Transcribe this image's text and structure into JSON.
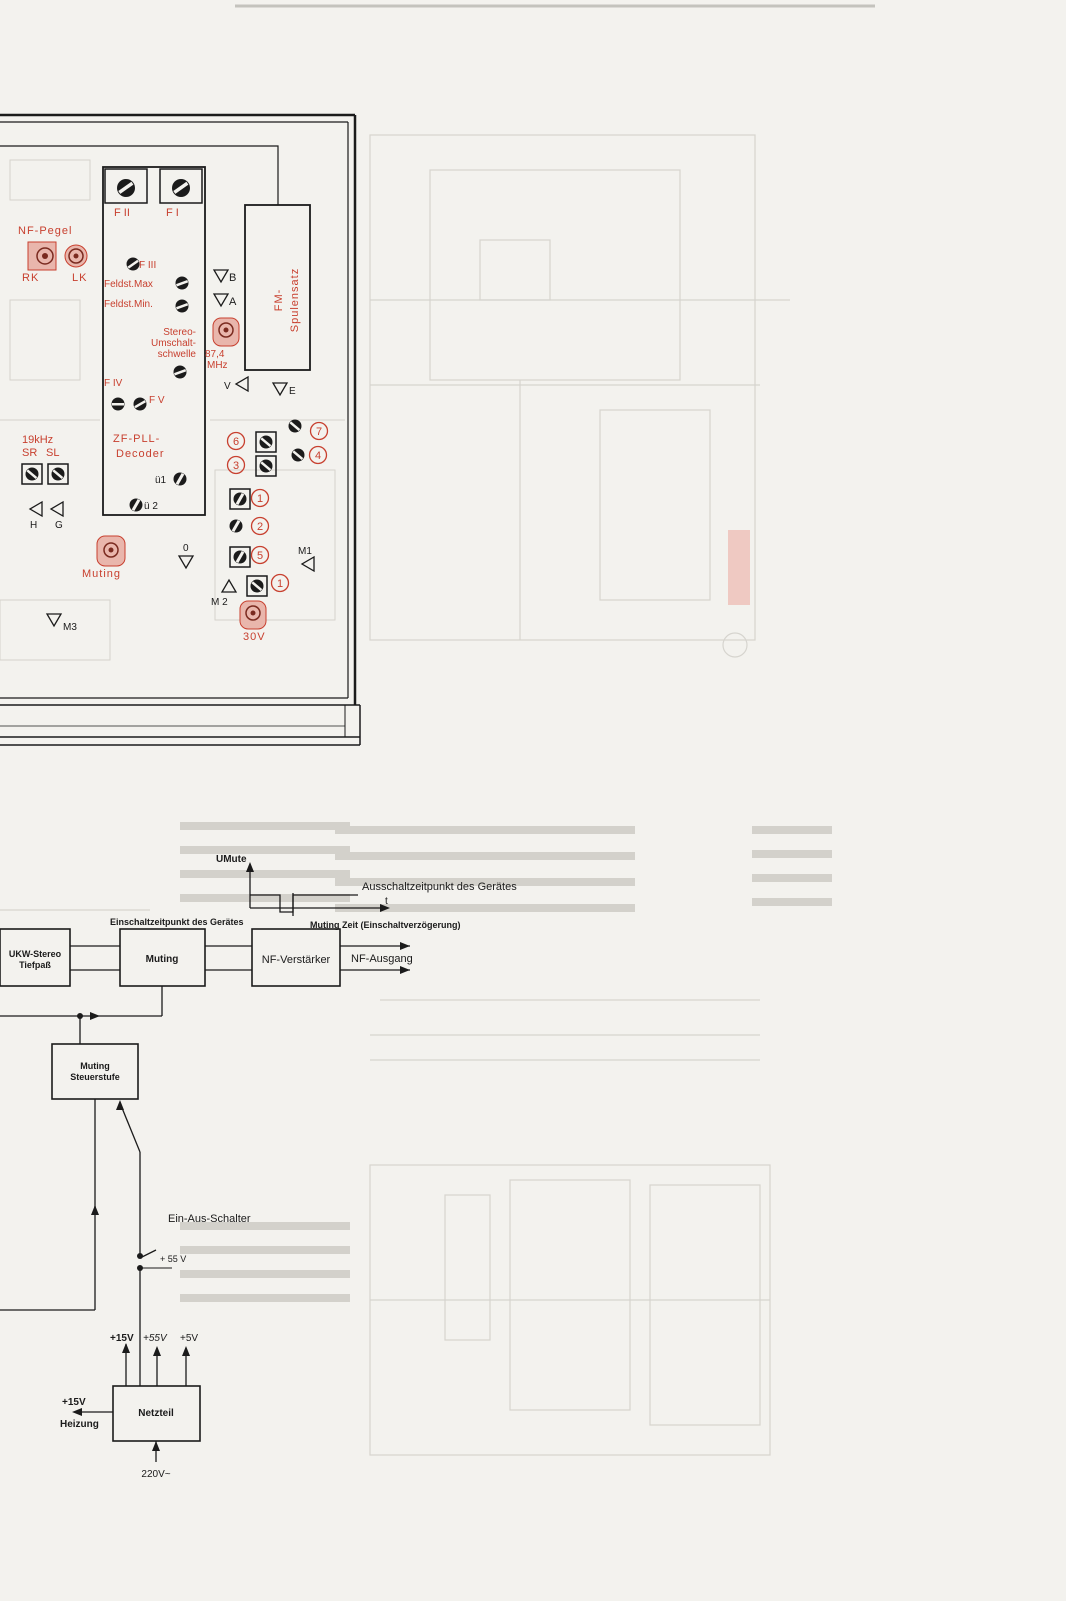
{
  "colors": {
    "paper": "#f3f2ee",
    "ink": "#1b1b1b",
    "accent_red": "#c8402f",
    "pad_fill": "#e9b6ac",
    "faint": "#c9c7c1"
  },
  "board": {
    "nf_pegel": "NF-Pegel",
    "rk": "RK",
    "lk": "LK",
    "f2": "F II",
    "f1": "F I",
    "f3": "F III",
    "feldst_max": "Feldst.Max",
    "feldst_min": "Feldst.Min.",
    "stereo_umschalt": [
      "Stereo-",
      "Umschalt-",
      "schwelle"
    ],
    "mhz_value": "87,4",
    "mhz_unit": "MHz",
    "f4": "F IV",
    "f5": "F V",
    "zf_pll": "ZF-PLL-",
    "decoder": "Decoder",
    "u1": "ü1",
    "u2": "ü 2",
    "fm_spulensatz": [
      "FM-",
      "Spulensatz"
    ],
    "khz19": "19kHz",
    "sr": "SR",
    "sl": "SL",
    "h": "H",
    "g": "G",
    "muting": "Muting",
    "zero": "0",
    "m1": "M1",
    "m2": "M 2",
    "m3": "M3",
    "v30": "30V",
    "a": "A",
    "b": "B",
    "e": "E",
    "v": "V",
    "circle_nums": [
      "6",
      "7",
      "3",
      "4",
      "1",
      "2",
      "5",
      "1"
    ]
  },
  "block_diagram": {
    "u_mute": "UMute",
    "t_label": "t",
    "ausschalt": "Ausschaltzeitpunkt des Gerätes",
    "einschalt": "Einschaltzeitpunkt  des Gerätes",
    "muting_zeit": "Muting Zeit (Einschaltverzögerung)",
    "ukw_line1": "UKW-Stereo",
    "ukw_line2": "Tiefpaß",
    "muting_box": "Muting",
    "nf_verstaerker": "NF-Verstärker",
    "nf_ausgang": "NF-Ausgang",
    "muting_steuer_1": "Muting",
    "muting_steuer_2": "Steuerstufe",
    "ein_aus": "Ein-Aus-Schalter",
    "plus55_small": "+ 55 V",
    "rail_15": "+15V",
    "rail_55": "+55V",
    "rail_5": "+5V",
    "heiz_v": "+15V",
    "heizung": "Heizung",
    "netzteil": "Netzteil",
    "mains": "220V~"
  }
}
